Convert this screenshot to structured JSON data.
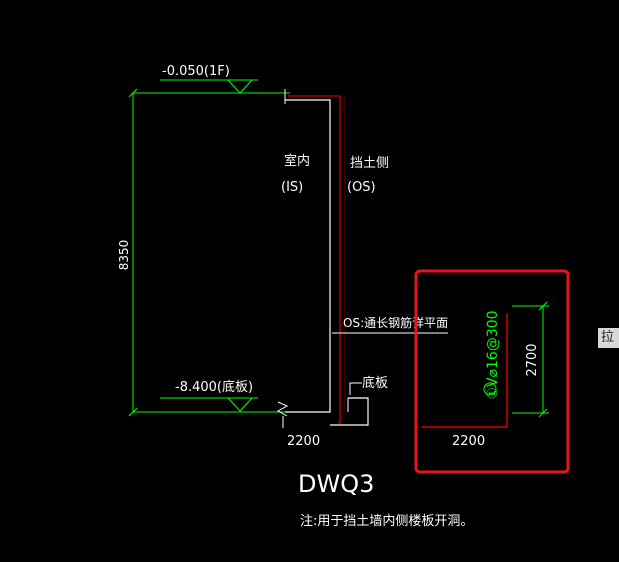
{
  "drawing": {
    "elev_top": "-0.050(1F)",
    "elev_bottom": "-8.400(底板)",
    "height_dim": "8350",
    "inside_label": "室内",
    "inside_code": "(IS)",
    "outside_label": "挡土侧",
    "outside_code": "(OS)",
    "os_note": "OS:通长钢筋详平面",
    "slab_label": "底板",
    "base_dim": "2200",
    "title": "DWQ3",
    "note": "注:用于挡土墙内侧楼板开洞。"
  },
  "detail": {
    "rebar": "①V⌀16@300",
    "height_dim": "2700",
    "width_dim": "2200"
  },
  "side_tab": "拉",
  "colors": {
    "background": "#000000",
    "dim_green": "#00ff00",
    "wall_red": "#ff0000",
    "highlight_box": "#e8141c",
    "text": "#ffffff"
  }
}
